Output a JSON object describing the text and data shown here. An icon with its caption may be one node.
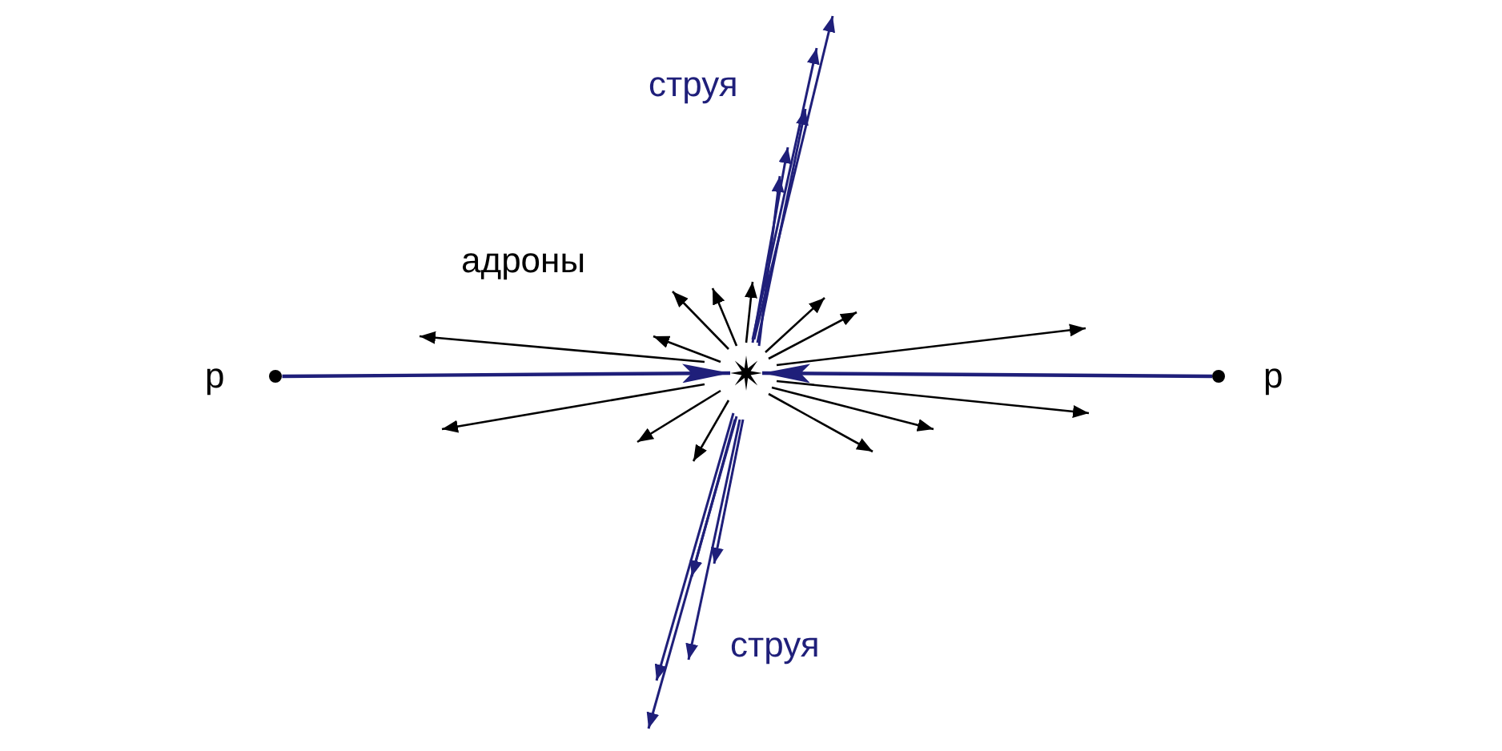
{
  "diagram": {
    "nodes": [
      {
        "text": [
          "p"
        ]
      },
      {
        "text": [],
        "shape": "star"
      },
      {
        "text": [
          "p"
        ]
      }
    ],
    "edges": [
      {
        "from": 0,
        "to": 1,
        "arrow": "to",
        "color": "#1f1f7a"
      },
      {
        "from": 2,
        "to": 1,
        "arrow": "to",
        "color": "#1f1f7a"
      }
    ],
    "labels": [
      "струя",
      "адроны",
      "струя"
    ]
  }
}
